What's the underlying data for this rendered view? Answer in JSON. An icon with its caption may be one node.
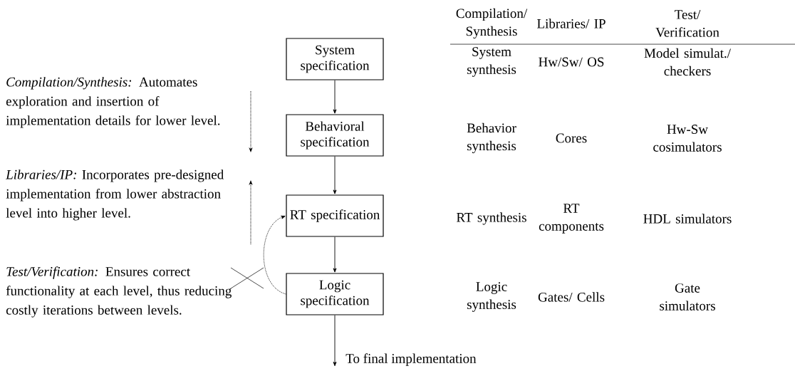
{
  "diagram": {
    "nodes": [
      {
        "text": [
          "System specification"
        ]
      },
      {
        "text": [
          "Behavioral specification"
        ]
      },
      {
        "text": [
          "RT specification"
        ]
      },
      {
        "text": [
          "Logic specification"
        ]
      },
      {
        "text": [
          "To final implementation"
        ]
      }
    ],
    "edges": [
      {
        "from": 0,
        "to": 1,
        "arrow": "to"
      },
      {
        "from": 1,
        "to": 2,
        "arrow": "to"
      },
      {
        "from": 2,
        "to": 3,
        "arrow": "to"
      },
      {
        "from": 3,
        "to": 4,
        "arrow": "to"
      },
      {
        "from": 3,
        "to": 2,
        "arrow": "to",
        "style": "dashed"
      }
    ],
    "labels": [
      "*Compilation/Synthesis:* Automates exploration and insertion of implementation details for lower level.",
      "*Libraries/IP:* Incorporates pre-designed implementation from lower abstraction level into higher level.",
      "*Test/Verification:* Ensures correct functionality at each level, thus reducing costly iterations between levels.",
      "Compilation/ Synthesis",
      "Libraries/ IP",
      "Test/ Verification",
      "System synthesis",
      "Hw/Sw/ OS",
      "Model simulat./ checkers",
      "Behavior synthesis",
      "Cores",
      "Hw-Sw cosimulators",
      "RT synthesis",
      "RT components",
      "HDL simulators",
      "Logic synthesis",
      "Gates/ Cells",
      "Gate simulators"
    ]
  }
}
